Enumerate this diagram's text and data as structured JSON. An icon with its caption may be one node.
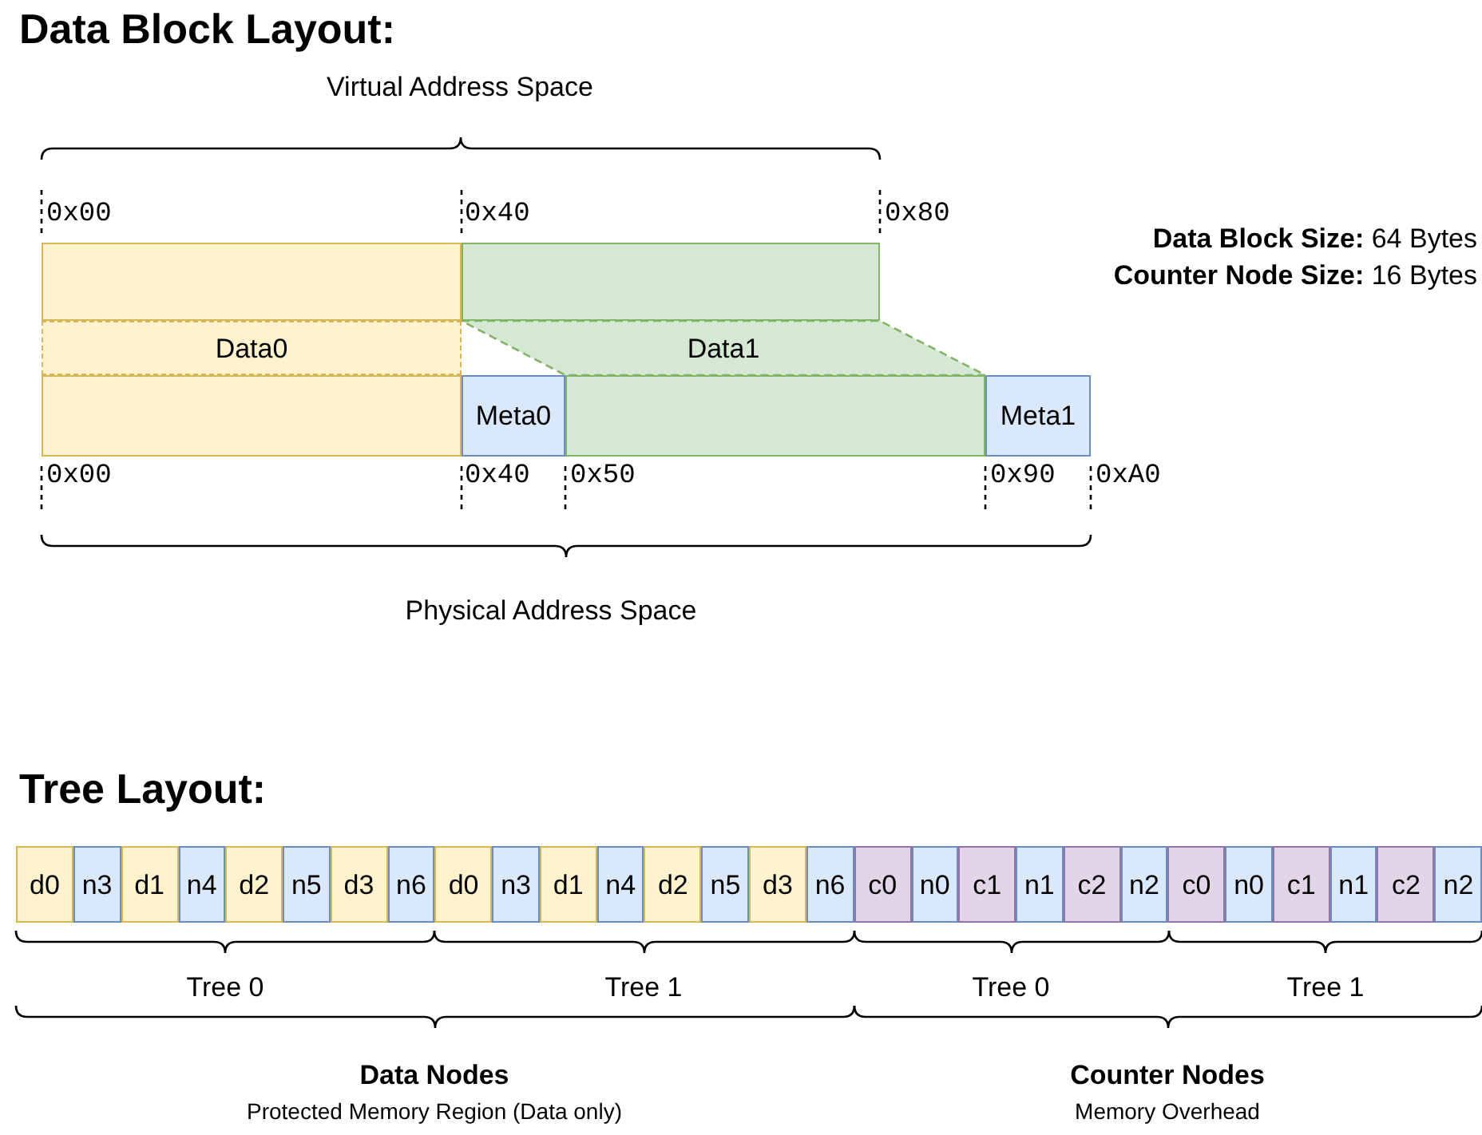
{
  "diagram": {
    "nodes": [
      {
        "text": [],
        "shape": "box"
      },
      {
        "text": [],
        "shape": "box"
      },
      {
        "text": [
          "Data0"
        ]
      },
      {
        "text": [
          "Data1"
        ]
      },
      {
        "text": [],
        "shape": "box"
      },
      {
        "text": [
          "Meta0"
        ]
      },
      {
        "text": [],
        "shape": "box"
      },
      {
        "text": [
          "Meta1"
        ]
      },
      {
        "text": [
          "d0"
        ]
      },
      {
        "text": [
          "n3"
        ]
      },
      {
        "text": [
          "d1"
        ]
      },
      {
        "text": [
          "n4"
        ]
      },
      {
        "text": [
          "d2"
        ]
      },
      {
        "text": [
          "n5"
        ]
      },
      {
        "text": [
          "d3"
        ]
      },
      {
        "text": [
          "n6"
        ]
      },
      {
        "text": [
          "d0"
        ]
      },
      {
        "text": [
          "n3"
        ]
      },
      {
        "text": [
          "d1"
        ]
      },
      {
        "text": [
          "n4"
        ]
      },
      {
        "text": [
          "d2"
        ]
      },
      {
        "text": [
          "n5"
        ]
      },
      {
        "text": [
          "d3"
        ]
      },
      {
        "text": [
          "n6"
        ]
      },
      {
        "text": [
          "c0"
        ]
      },
      {
        "text": [
          "n0"
        ]
      },
      {
        "text": [
          "c1"
        ]
      },
      {
        "text": [
          "n1"
        ]
      },
      {
        "text": [
          "c2"
        ]
      },
      {
        "text": [
          "n2"
        ]
      },
      {
        "text": [
          "c0"
        ]
      },
      {
        "text": [
          "n0"
        ]
      },
      {
        "text": [
          "c1"
        ]
      },
      {
        "text": [
          "n1"
        ]
      },
      {
        "text": [
          "c2"
        ]
      },
      {
        "text": [
          "n2"
        ]
      }
    ],
    "edges": [],
    "labels": [
      "Data Block Layout:",
      "Virtual Address Space",
      "0x00",
      "0x40",
      "0x80",
      "**Data Block Size:** 64 Bytes",
      "**Counter Node Size:** 16 Bytes",
      "0x00",
      "0x40",
      "0x50",
      "0x90",
      "0xA0",
      "Physical Address Space",
      "Tree Layout:",
      "Tree 0",
      "Tree 1",
      "Tree 0",
      "Tree 1",
      "Data Nodes",
      "Protected Memory Region (Data only)",
      "Counter Nodes",
      "Memory Overhead"
    ]
  }
}
